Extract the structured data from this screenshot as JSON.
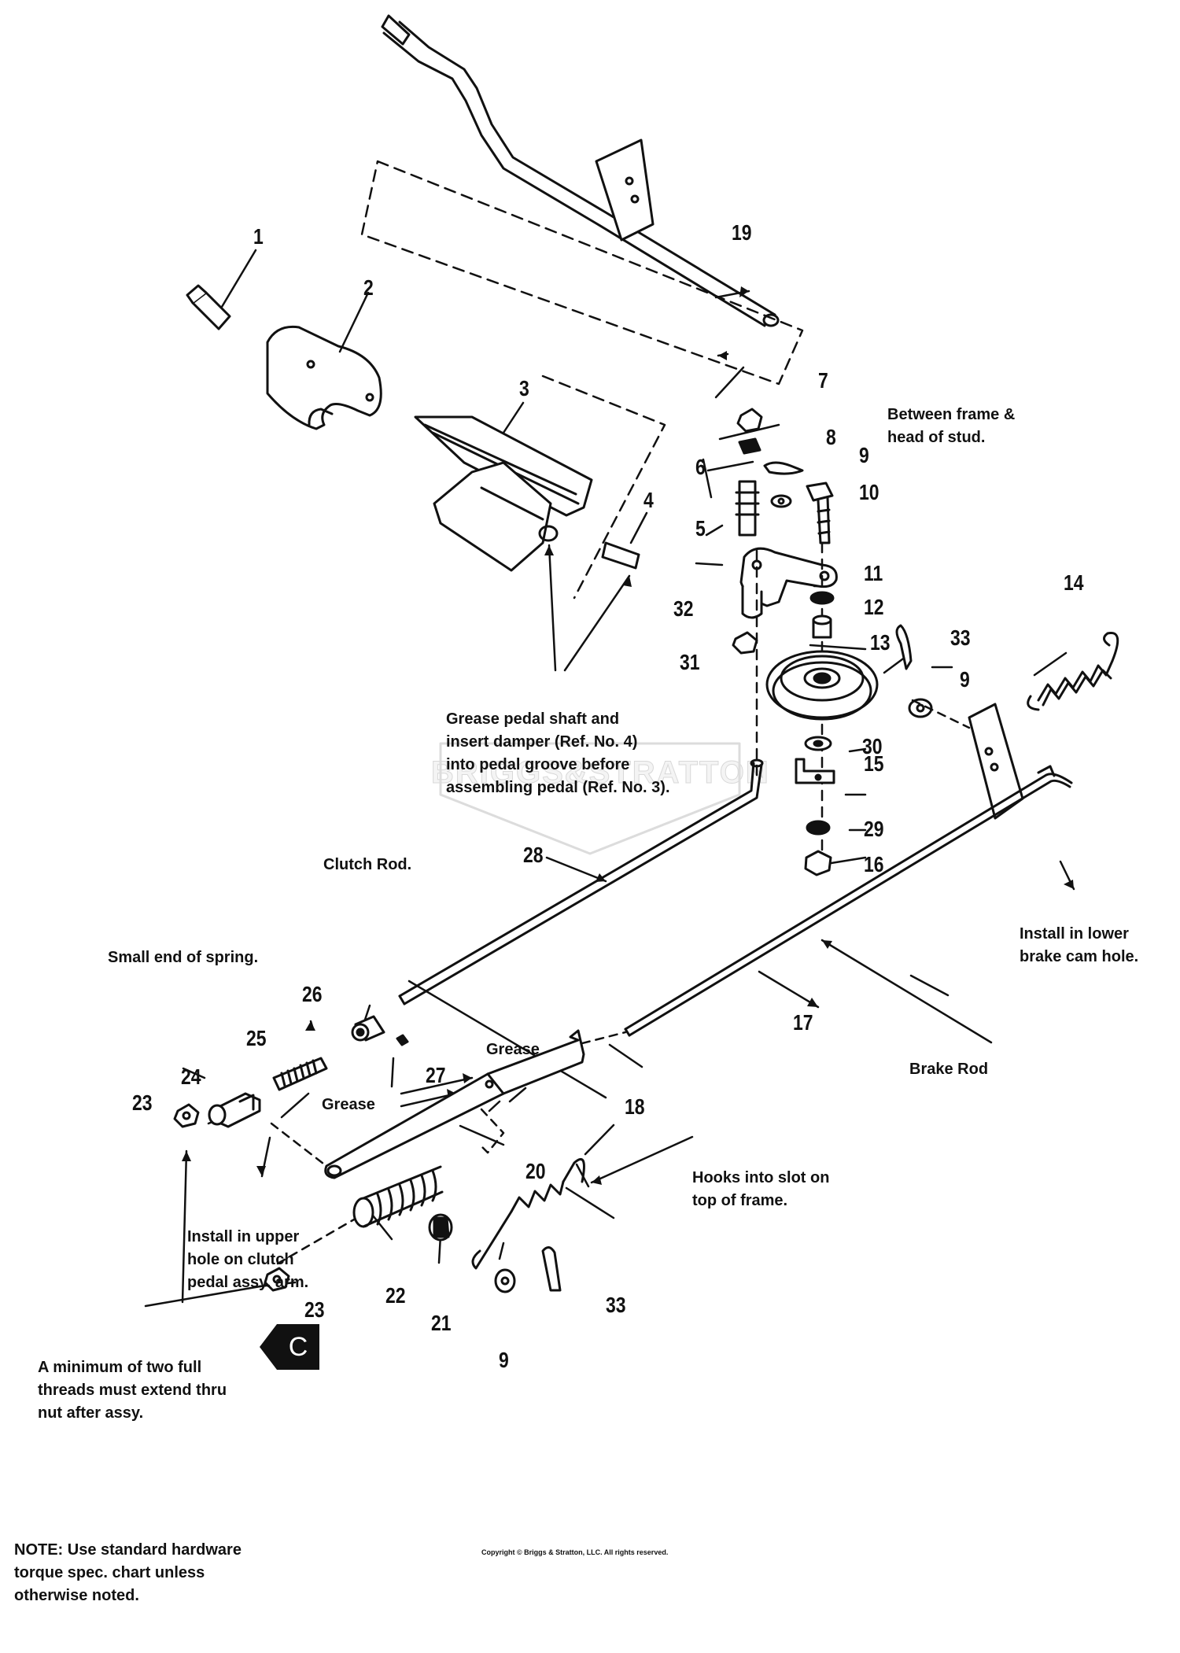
{
  "watermark": "BRIGGS&STRATTON",
  "part_numbers": {
    "n1": "1",
    "n2": "2",
    "n3": "3",
    "n4": "4",
    "n5": "5",
    "n6": "6",
    "n7": "7",
    "n8": "8",
    "n9a": "9",
    "n9b": "9",
    "n9c": "9",
    "n10": "10",
    "n11": "11",
    "n12": "12",
    "n13": "13",
    "n14": "14",
    "n15": "15",
    "n16": "16",
    "n17": "17",
    "n18": "18",
    "n19": "19",
    "n20": "20",
    "n21": "21",
    "n22": "22",
    "n23a": "23",
    "n23b": "23",
    "n24": "24",
    "n25": "25",
    "n26": "26",
    "n27": "27",
    "n28": "28",
    "n29": "29",
    "n30": "30",
    "n31": "31",
    "n32": "32",
    "n33a": "33",
    "n33b": "33"
  },
  "notes": {
    "between_frame": [
      "Between frame &",
      "head of stud."
    ],
    "grease_pedal": [
      "Grease pedal shaft and",
      "insert damper (Ref. No. 4)",
      "into pedal groove before",
      "assembling pedal (Ref. No. 3)."
    ],
    "clutch_rod": "Clutch Rod.",
    "install_lower": [
      "Install in lower",
      "brake cam hole."
    ],
    "small_end": "Small end of spring.",
    "grease_top": "Grease",
    "grease_mid": "Grease",
    "brake_rod": "Brake Rod",
    "hooks_slot": [
      "Hooks into slot on",
      "top of frame."
    ],
    "install_upper": [
      "Install in upper",
      "hole on clutch",
      "pedal assy. arm."
    ],
    "min_threads": [
      "A minimum of two full",
      "threads must extend thru",
      "nut after assy."
    ],
    "section_marker": "C",
    "footer_note": [
      "NOTE: Use standard hardware",
      "torque spec. chart unless",
      "otherwise noted."
    ],
    "copyright": "Copyright © Briggs & Stratton, LLC. All rights reserved."
  }
}
